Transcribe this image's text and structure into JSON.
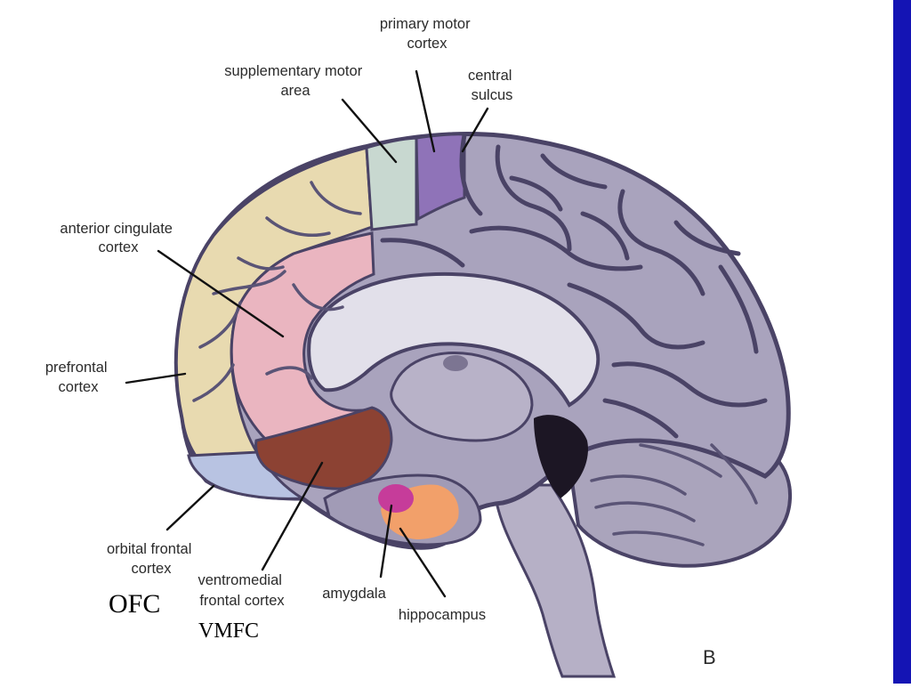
{
  "labels": {
    "primary_motor_cortex": [
      "primary motor",
      "cortex"
    ],
    "supplementary_motor_area": [
      "supplementary motor",
      "area"
    ],
    "central_sulcus": [
      "central",
      "sulcus"
    ],
    "anterior_cingulate_cortex": [
      "anterior cingulate",
      "cortex"
    ],
    "prefrontal_cortex": [
      "prefrontal",
      "cortex"
    ],
    "orbital_frontal_cortex": [
      "orbital frontal",
      "cortex"
    ],
    "ventromedial_frontal_cortex": [
      "ventromedial",
      "frontal cortex"
    ],
    "amygdala": "amygdala",
    "hippocampus": "hippocampus"
  },
  "abbreviations": {
    "ofc": "OFC",
    "vmfc": "VMFC"
  },
  "panel_letter": "B",
  "colors": {
    "brain": "#a9a3bd",
    "sulci": "#4a4366",
    "prefrontal": "#e8dab0",
    "anterior_cingulate": "#eab5c0",
    "ventromedial": "#8c4233",
    "orbital_frontal": "#b8c3e2",
    "supplementary_motor": "#c8d8d0",
    "primary_motor": "#8f73b8",
    "amygdala": "#c63c9a",
    "hippocampus": "#f2a06a",
    "right_edge_bar": "#1414b4"
  }
}
